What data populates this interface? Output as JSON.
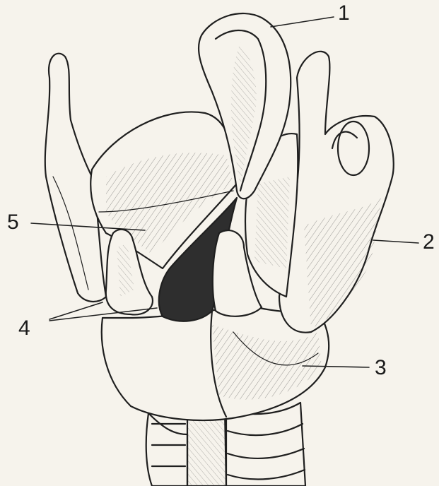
{
  "figure": {
    "ink_color": "#1f1f1f",
    "paper_color": "#f6f3ec",
    "shade_color": "#2e2e2e",
    "labels": [
      {
        "id": "label-1",
        "text": "1"
      },
      {
        "id": "label-2",
        "text": "2"
      },
      {
        "id": "label-3",
        "text": "3"
      },
      {
        "id": "label-4",
        "text": "4"
      },
      {
        "id": "label-5",
        "text": "5"
      }
    ]
  }
}
